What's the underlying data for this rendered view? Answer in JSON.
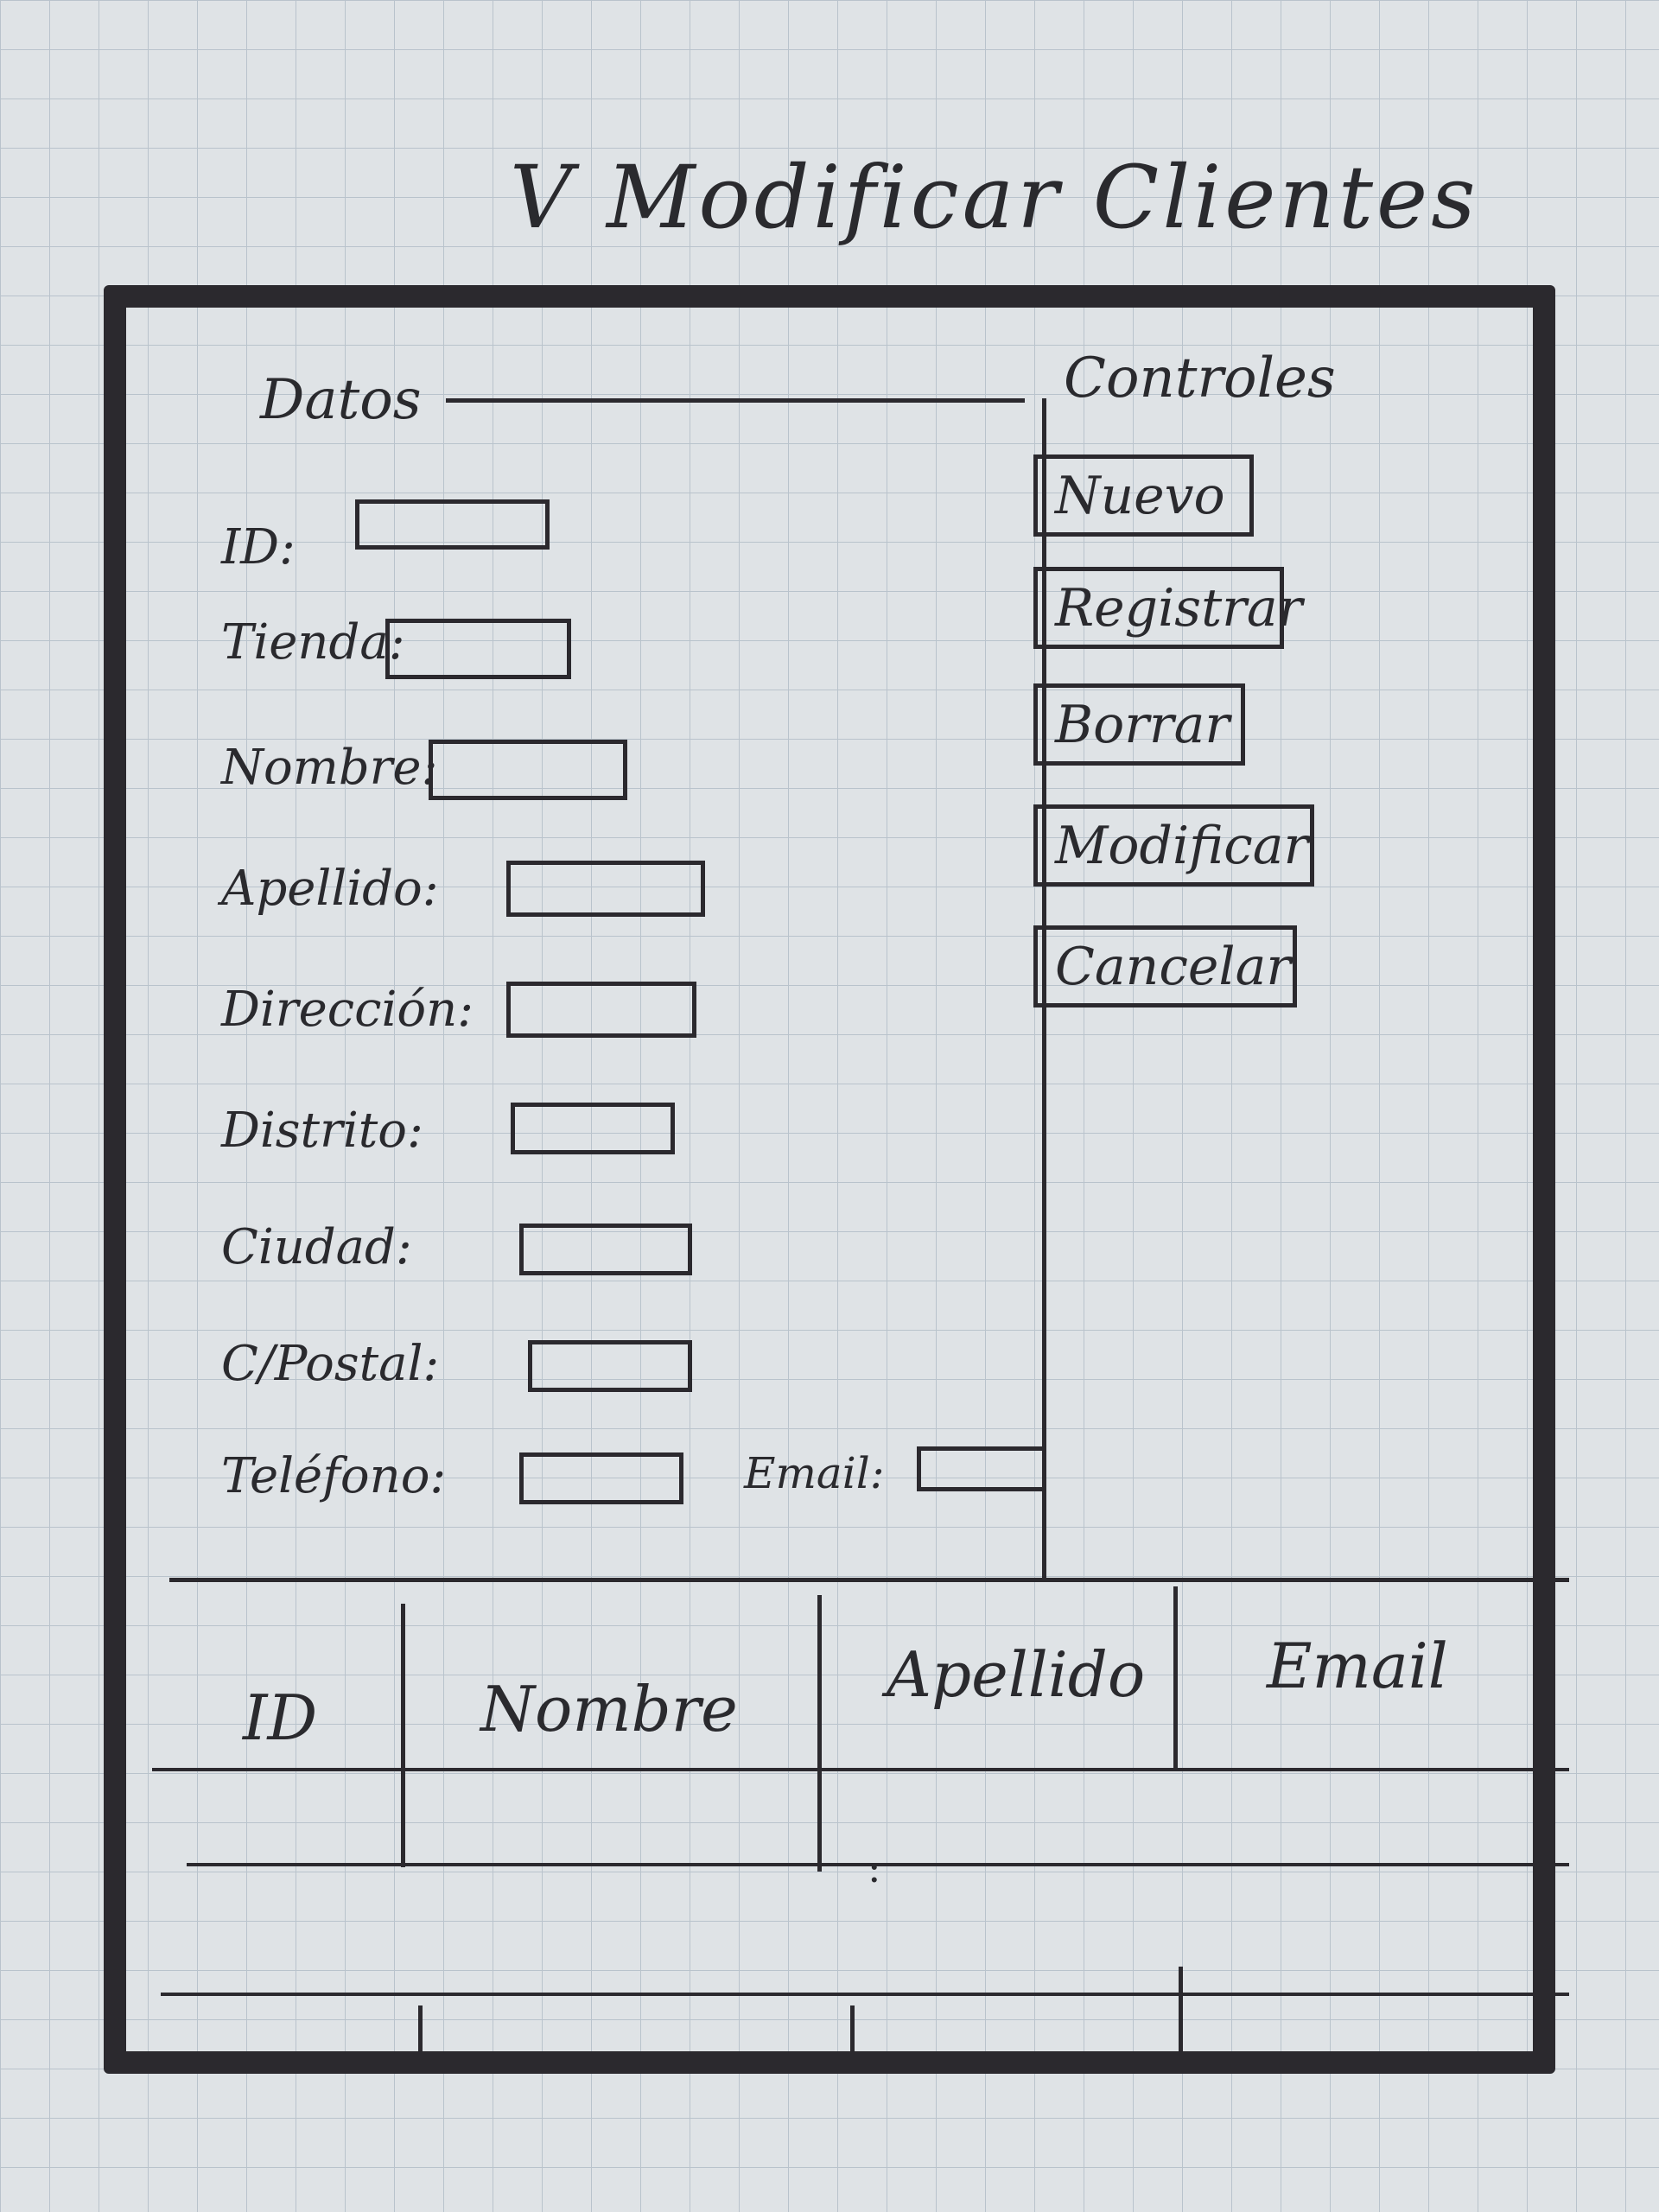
{
  "window": {
    "title": "V Modificar Clientes"
  },
  "datos": {
    "group_title": "Datos",
    "fields": [
      {
        "label": "ID:"
      },
      {
        "label": "Tienda:"
      },
      {
        "label": "Nombre:"
      },
      {
        "label": "Apellido:"
      },
      {
        "label": "Dirección:"
      },
      {
        "label": "Distrito:"
      },
      {
        "label": "Ciudad:"
      },
      {
        "label": "C/Postal:"
      },
      {
        "label": "Teléfono:"
      },
      {
        "label": "Email:"
      }
    ]
  },
  "controles": {
    "group_title": "Controles",
    "buttons": [
      "Nuevo",
      "Registrar",
      "Borrar",
      "Modificar",
      "Cancelar"
    ]
  },
  "table": {
    "columns": [
      "ID",
      "Nombre",
      "Apellido",
      "Email"
    ],
    "ellipsis": ":"
  }
}
